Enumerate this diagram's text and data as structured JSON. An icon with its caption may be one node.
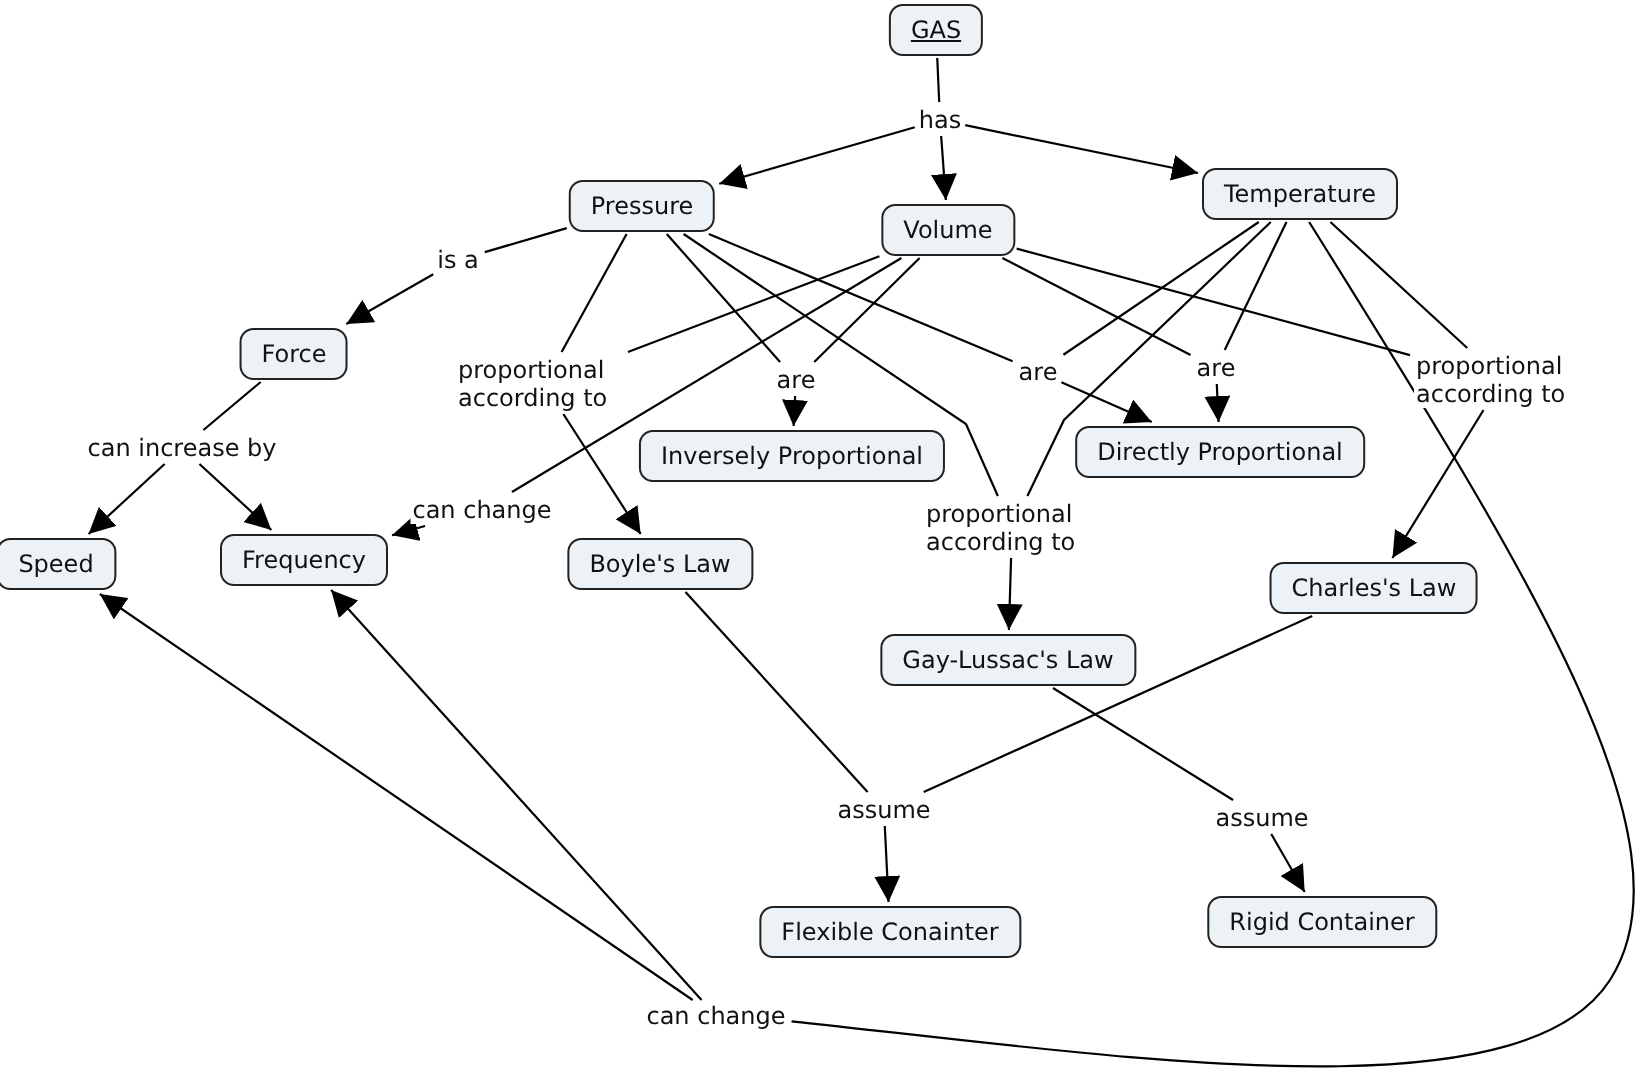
{
  "diagram": {
    "nodes": [
      {
        "text": [
          "GAS"
        ]
      },
      {
        "text": [
          "has"
        ]
      },
      {
        "text": [
          "Pressure"
        ]
      },
      {
        "text": [
          "Volume"
        ]
      },
      {
        "text": [
          "Temperature"
        ]
      },
      {
        "text": [
          "is a"
        ]
      },
      {
        "text": [
          "Force"
        ]
      },
      {
        "text": [
          "proportional according to"
        ]
      },
      {
        "text": [
          "are"
        ]
      },
      {
        "text": [
          "are"
        ]
      },
      {
        "text": [
          "are"
        ]
      },
      {
        "text": [
          "proportional according to"
        ]
      },
      {
        "text": [
          "can increase by"
        ]
      },
      {
        "text": [
          "can change"
        ]
      },
      {
        "text": [
          "Inversely Proportional"
        ]
      },
      {
        "text": [
          "Directly Proportional"
        ]
      },
      {
        "text": [
          "proportional according to"
        ]
      },
      {
        "text": [
          "Speed"
        ]
      },
      {
        "text": [
          "Frequency"
        ]
      },
      {
        "text": [
          "Boyle's Law"
        ]
      },
      {
        "text": [
          "Charles's Law"
        ]
      },
      {
        "text": [
          "Gay-Lussac's Law"
        ]
      },
      {
        "text": [
          "assume"
        ]
      },
      {
        "text": [
          "assume"
        ]
      },
      {
        "text": [
          "Flexible Conainter"
        ]
      },
      {
        "text": [
          "Rigid Container"
        ]
      },
      {
        "text": [
          "can change"
        ]
      }
    ],
    "edges": [
      {
        "from": 0,
        "to": 1,
        "arrow": "none"
      },
      {
        "from": 1,
        "to": 2,
        "arrow": "to"
      },
      {
        "from": 1,
        "to": 3,
        "arrow": "to"
      },
      {
        "from": 1,
        "to": 4,
        "arrow": "to"
      },
      {
        "from": 2,
        "to": 5,
        "arrow": "none"
      },
      {
        "from": 5,
        "to": 6,
        "arrow": "to"
      },
      {
        "from": 2,
        "to": 7,
        "arrow": "none"
      },
      {
        "from": 3,
        "to": 7,
        "arrow": "none"
      },
      {
        "from": 7,
        "to": 19,
        "arrow": "to"
      },
      {
        "from": 2,
        "to": 8,
        "arrow": "none"
      },
      {
        "from": 3,
        "to": 8,
        "arrow": "none"
      },
      {
        "from": 8,
        "to": 14,
        "arrow": "to"
      },
      {
        "from": 2,
        "to": 9,
        "arrow": "none"
      },
      {
        "from": 4,
        "to": 9,
        "arrow": "none"
      },
      {
        "from": 9,
        "to": 15,
        "arrow": "to"
      },
      {
        "from": 3,
        "to": 10,
        "arrow": "none"
      },
      {
        "from": 4,
        "to": 10,
        "arrow": "none"
      },
      {
        "from": 10,
        "to": 15,
        "arrow": "to"
      },
      {
        "from": 3,
        "to": 11,
        "arrow": "none"
      },
      {
        "from": 4,
        "to": 11,
        "arrow": "none"
      },
      {
        "from": 11,
        "to": 20,
        "arrow": "to"
      },
      {
        "from": 3,
        "to": 13,
        "arrow": "none"
      },
      {
        "from": 13,
        "to": 18,
        "arrow": "to"
      },
      {
        "from": 6,
        "to": 12,
        "arrow": "none"
      },
      {
        "from": 12,
        "to": 17,
        "arrow": "to"
      },
      {
        "from": 12,
        "to": 18,
        "arrow": "to"
      },
      {
        "from": 2,
        "to": 16,
        "arrow": "none"
      },
      {
        "from": 4,
        "to": 16,
        "arrow": "none"
      },
      {
        "from": 16,
        "to": 21,
        "arrow": "to"
      },
      {
        "from": 19,
        "to": 22,
        "arrow": "none"
      },
      {
        "from": 20,
        "to": 22,
        "arrow": "none"
      },
      {
        "from": 22,
        "to": 24,
        "arrow": "to"
      },
      {
        "from": 21,
        "to": 23,
        "arrow": "none"
      },
      {
        "from": 23,
        "to": 25,
        "arrow": "to"
      },
      {
        "from": 4,
        "to": 26,
        "arrow": "none"
      },
      {
        "from": 26,
        "to": 17,
        "arrow": "to"
      },
      {
        "from": 26,
        "to": 18,
        "arrow": "to"
      }
    ]
  }
}
